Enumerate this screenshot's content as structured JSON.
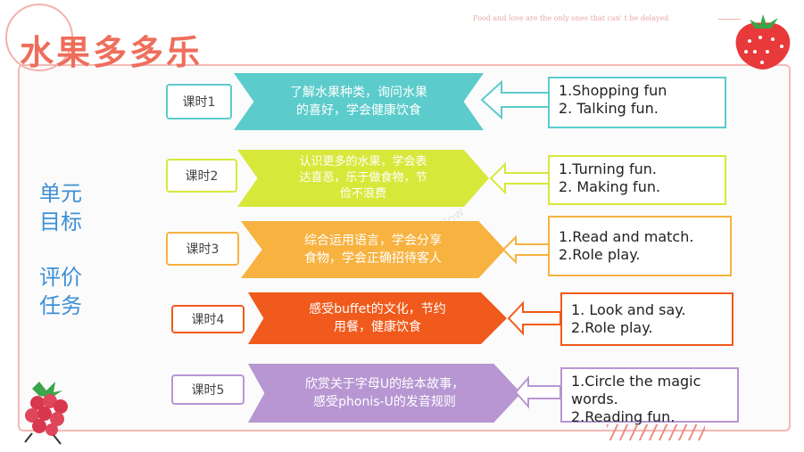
{
  "header": {
    "title": "水果多多乐",
    "tagline": "Food and love are the only ones that can' t be delayed"
  },
  "side": {
    "line1": "单元",
    "line2": "目标",
    "line3": "评价",
    "line4": "任务"
  },
  "watermark": "Flow",
  "rows": [
    {
      "lesson": "课时1",
      "goal": "了解水果种类，询问水果\n的喜好，学会健康饮食",
      "task": "1.Shopping fun\n2. Talking fun.",
      "color": "#5ccbcb"
    },
    {
      "lesson": "课时2",
      "goal": "认识更多的水果，学会表\n达喜恶，乐于做食物，节\n俭不浪费",
      "task": "1.Turning fun.\n2. Making fun.",
      "color": "#d7e83a"
    },
    {
      "lesson": "课时3",
      "goal": "综合运用语言，学会分享\n食物，学会正确招待客人",
      "task": "1.Read and match.\n2.Role play.",
      "color": "#f7b240"
    },
    {
      "lesson": "课时4",
      "goal": "感受buffet的文化，节约\n用餐，健康饮食",
      "task": "1. Look and say.\n2.Role play.",
      "color": "#f05a1c"
    },
    {
      "lesson": "课时5",
      "goal": "欣赏关于字母U的绘本故事，\n感受phonis-U的发音规则",
      "task": "1.Circle the magic\nwords.\n2.Reading fun.",
      "color": "#b796d2"
    }
  ]
}
